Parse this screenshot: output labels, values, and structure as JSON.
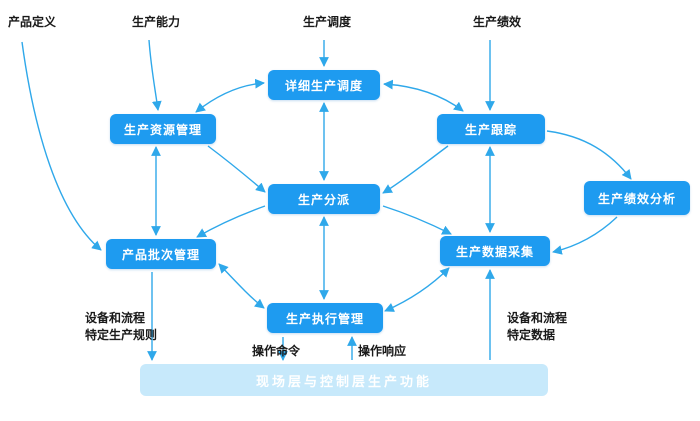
{
  "colors": {
    "node_bg": "#1e9bf0",
    "node_text": "#ffffff",
    "arrow": "#2fa8ea",
    "bar_bg": "#c7e9fb",
    "bar_text": "#ffffff",
    "label_text": "#1a1a1a",
    "canvas_bg": "#ffffff"
  },
  "top_labels": [
    {
      "id": "product-definition",
      "label": "产品定义"
    },
    {
      "id": "production-capacity",
      "label": "生产能力"
    },
    {
      "id": "production-scheduling",
      "label": "生产调度"
    },
    {
      "id": "production-performance",
      "label": "生产绩效"
    }
  ],
  "nodes": [
    {
      "id": "detailed-production-scheduling",
      "label": "详细生产调度"
    },
    {
      "id": "production-resource-management",
      "label": "生产资源管理"
    },
    {
      "id": "production-tracking",
      "label": "生产跟踪"
    },
    {
      "id": "production-dispatching",
      "label": "生产分派"
    },
    {
      "id": "production-performance-analysis",
      "label": "生产绩效分析"
    },
    {
      "id": "product-batch-management",
      "label": "产品批次管理"
    },
    {
      "id": "production-data-collection",
      "label": "生产数据采集"
    },
    {
      "id": "production-execution-management",
      "label": "生产执行管理"
    }
  ],
  "annotations": {
    "left_rule_line1": "设备和流程",
    "left_rule_line2": "特定生产规则",
    "op_command": "操作命令",
    "op_response": "操作响应",
    "right_data_line1": "设备和流程",
    "right_data_line2": "特定数据"
  },
  "bottom_bar": {
    "label": "现场层与控制层生产功能"
  }
}
